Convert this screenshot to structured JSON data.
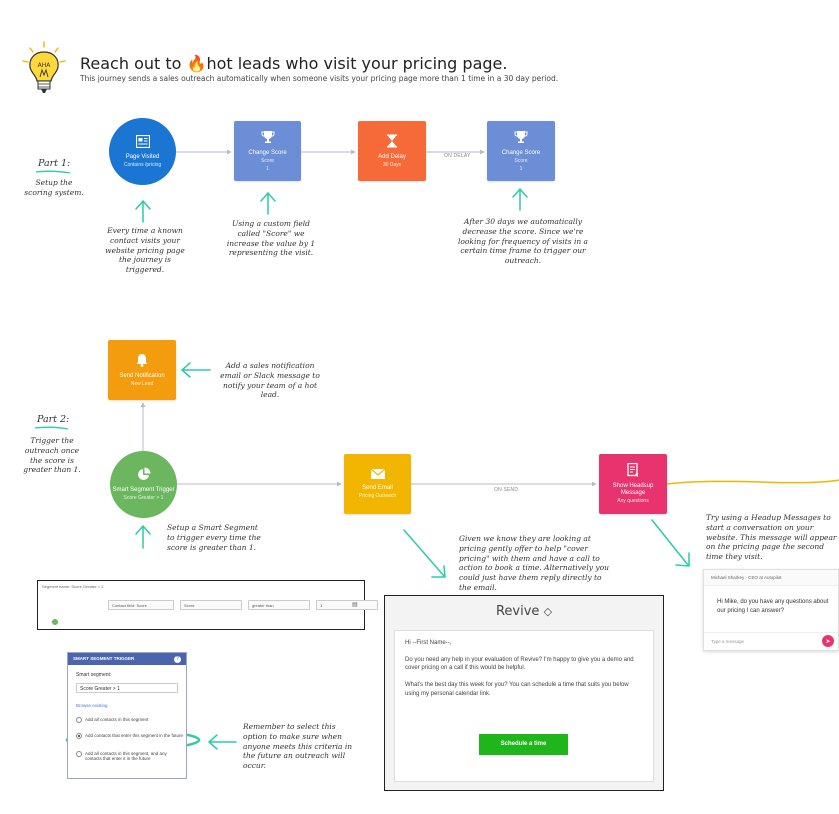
{
  "header": {
    "title_pre": "Reach out to ",
    "title_emoji": "🔥",
    "title_post": "hot leads who visit your pricing page.",
    "subtitle": "This journey sends a sales outreach automatically when someone visits your pricing page more than 1 time in a 30 day period."
  },
  "colors": {
    "blue": "#1b75d2",
    "lightblue": "#6b8ed6",
    "orange_red": "#f56a38",
    "amber": "#f39c0d",
    "green": "#6cb660",
    "yellow": "#f2b500",
    "pink": "#e8336e",
    "teal_arrow": "#2ccba9",
    "connector": "#b5bcc8"
  },
  "part1": {
    "label": "Part 1:",
    "desc": "Setup the scoring system.",
    "nodes": [
      {
        "icon": "page-icon",
        "title": "Page Visited",
        "sub": "Contains /pricing"
      },
      {
        "icon": "trophy-icon",
        "title": "Change Score",
        "sub": "Score",
        "sub2": "1"
      },
      {
        "icon": "hourglass-icon",
        "title": "Add Delay",
        "sub": "30 Days"
      },
      {
        "icon": "trophy-icon",
        "title": "Change Score",
        "sub": "Score",
        "sub2": "1"
      }
    ],
    "edge_label": "ON DELAY",
    "notes": [
      "Every time a known contact visits your website pricing page the journey is triggered.",
      "Using a custom field called \"Score\" we increase the value by 1 representing the visit.",
      "After 30 days we automatically decrease the score. Since we're looking for frequency of visits in a certain time frame to trigger our outreach."
    ]
  },
  "part2": {
    "label": "Part 2:",
    "desc": "Trigger the outreach once the score is greater than 1.",
    "notification": {
      "icon": "bell-icon",
      "title": "Send Notification",
      "sub": "New Lead"
    },
    "notification_note": "Add a sales notification email or Slack message to notify your team of a hot lead.",
    "trigger": {
      "icon": "pie-icon",
      "title": "Smart Segment Trigger",
      "sub": "Score Greater > 1"
    },
    "email_node": {
      "icon": "envelope-icon",
      "title": "Send Email",
      "sub": "Pricing Outreach"
    },
    "headup_node": {
      "icon": "doc-icon",
      "title": "Show Headsup Message",
      "sub": "Any questions"
    },
    "edge_label": "ON SEND",
    "trigger_note": "Setup a Smart Segment to trigger every time the score is greater than 1.",
    "email_note": "Given we know they are looking at pricing gently offer to help \"cover pricing\" with them and have a call to action to book a time. Alternatively you could just have them reply directly to the email.",
    "headup_note": "Try using a Headup Messages to start a conversation on your website. This message will appear on the pricing page the second time they visit.",
    "panel_note": "Remember to select this option to make sure when anyone meets this criteria in the future an outreach will occur."
  },
  "trigger_bar": {
    "caption": "Segment name: Score Greater > 1",
    "field": "Contact field: Score",
    "type": "Score",
    "op": "greater than",
    "value": "1"
  },
  "panel": {
    "header": "SMART SEGMENT TRIGGER",
    "label": "Smart segment:",
    "value": "Score Greater > 1",
    "link": "Browse existing",
    "options": [
      "Add all contacts in this segment",
      "Add contacts that enter this segment in the future",
      "Add all contacts in this segment, and any contacts that enter it in the future"
    ]
  },
  "email": {
    "brand": "Revive",
    "greeting": "Hi --First Name--,",
    "p1": "Do you need any help in your evaluation of Revive? I'm happy to give you a demo and cover pricing on a call if this would be helpful.",
    "p2": "What's the best day this week for you? You can schedule a time that suits you below using my personal calendar link.",
    "button": "Schedule a time"
  },
  "chat": {
    "header": "Michael Sharkey · CEO at Autopilot",
    "message": "Hi Mike, do you have any questions about our pricing I can answer?",
    "placeholder": "Type a message"
  }
}
